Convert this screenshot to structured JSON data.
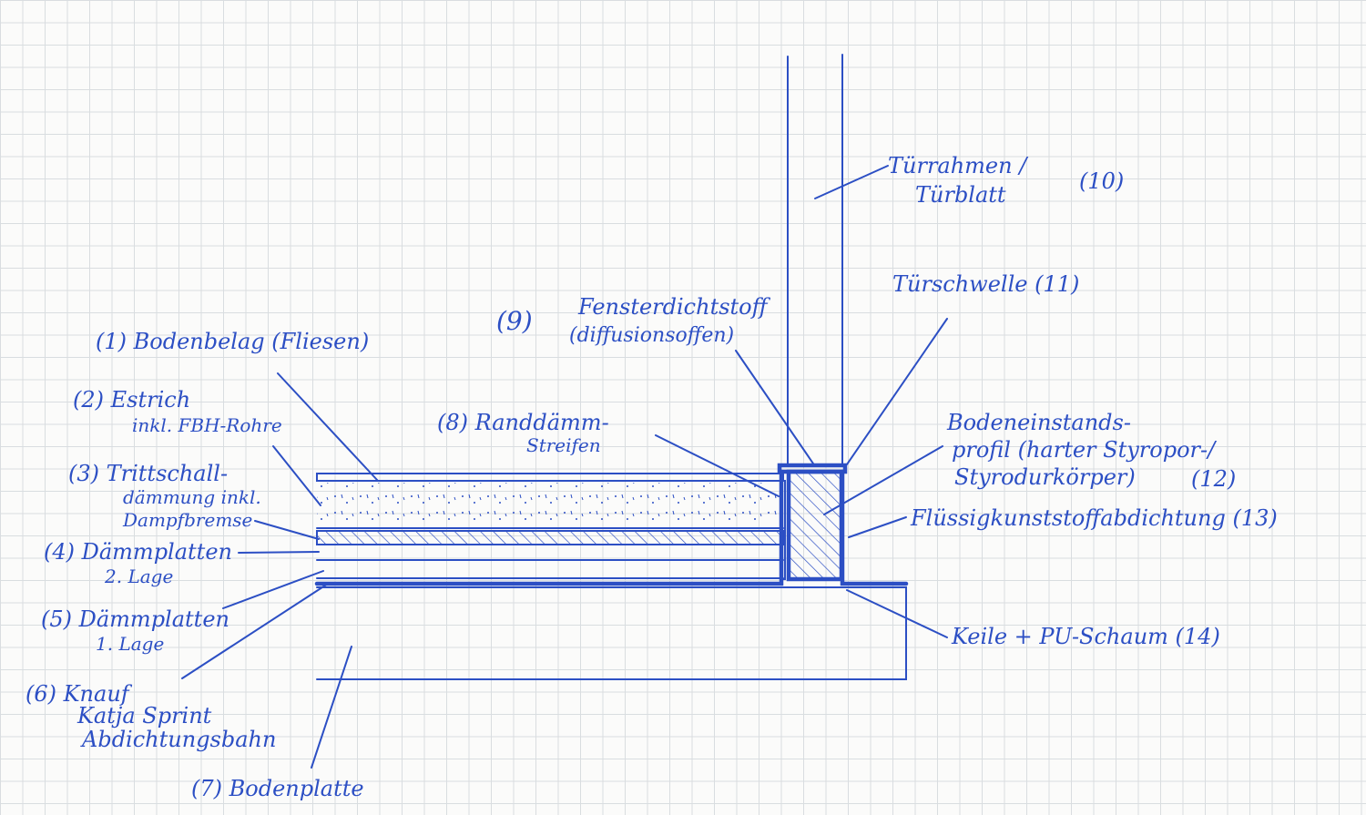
{
  "labels": {
    "l1": "(1) Bodenbelag (Fliesen)",
    "l2a": "(2) Estrich",
    "l2b": "inkl. FBH-Rohre",
    "l3a": "(3) Trittschall-",
    "l3b": "dämmung inkl.",
    "l3c": "Dampfbremse",
    "l4a": "(4) Dämmplatten",
    "l4b": "2. Lage",
    "l5a": "(5) Dämmplatten",
    "l5b": "1. Lage",
    "l6a": "(6) Knauf",
    "l6b": "Katja Sprint",
    "l6c": "Abdichtungsbahn",
    "l7": "(7) Bodenplatte",
    "l8a": "(8) Randdämm-",
    "l8b": "Streifen",
    "l9n": "(9)",
    "l9a": "Fensterdichtstoff",
    "l9b": "(diffusionsoffen)",
    "l10a": "Türrahmen /",
    "l10b": "Türblatt",
    "l10n": "(10)",
    "l11": "Türschwelle (11)",
    "l12a": "Bodeneinstands-",
    "l12b": "profil (harter Styropor-/",
    "l12c": "Styrodurkörper)",
    "l12n": "(12)",
    "l13": "Flüssigkunststoffabdichtung (13)",
    "l14": "Keile + PU-Schaum (14)"
  },
  "colors": {
    "ink": "#2c4fc4",
    "grid": "#d9dde0",
    "paper": "#fbfbfa"
  }
}
